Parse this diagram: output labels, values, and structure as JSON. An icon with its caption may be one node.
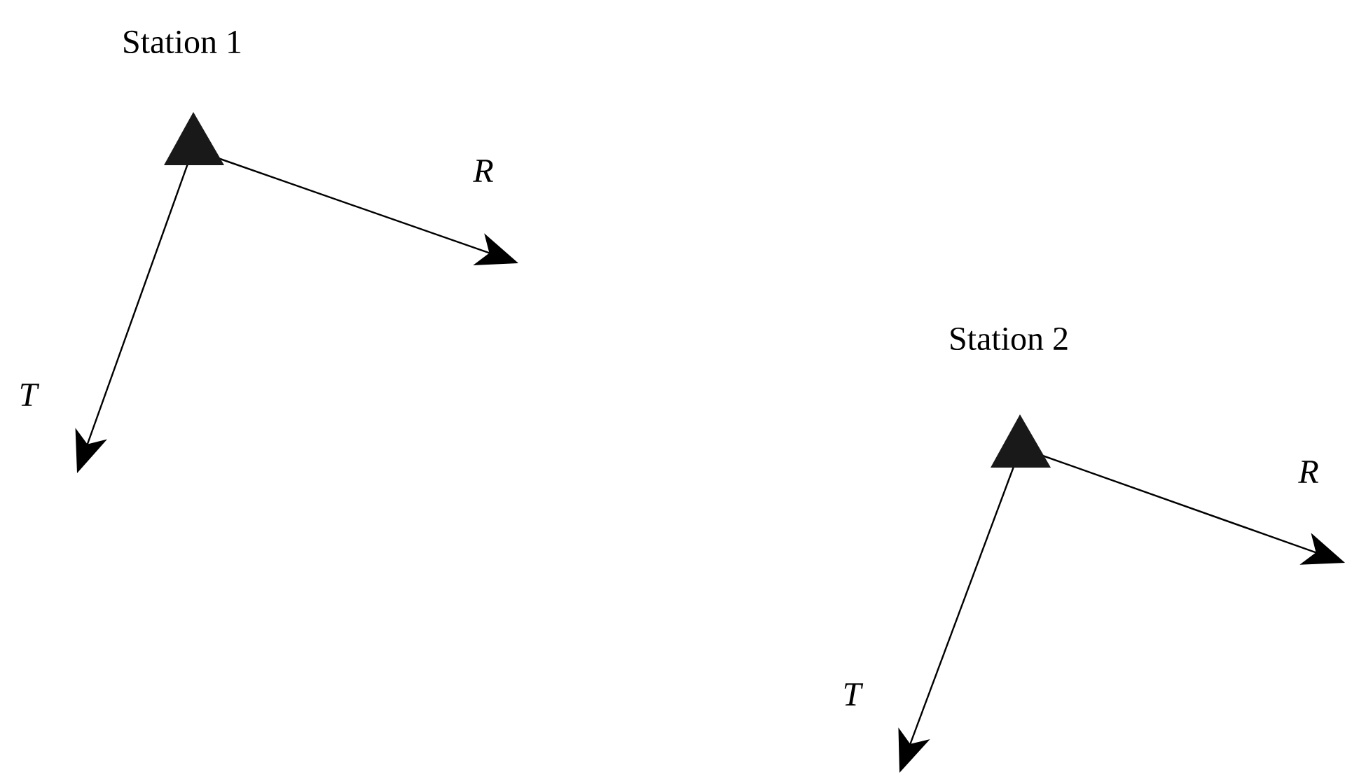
{
  "diagram": {
    "labels": [
      "Station 1",
      "R",
      "T",
      "Station 2",
      "R",
      "T"
    ]
  }
}
